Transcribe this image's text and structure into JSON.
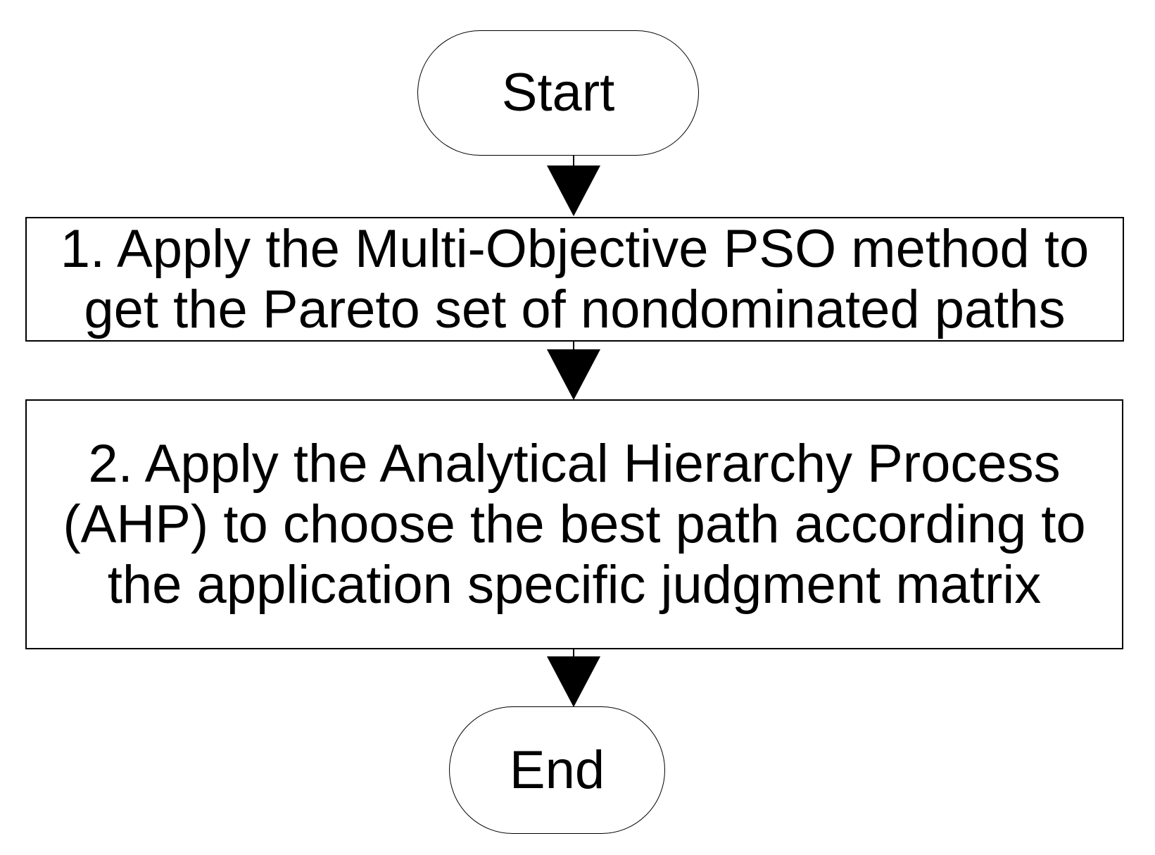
{
  "diagram": {
    "type": "flowchart",
    "orientation": "top-to-bottom",
    "background_color": "#ffffff",
    "stroke_color": "#000000",
    "text_color": "#000000",
    "nodes": [
      {
        "id": "start",
        "shape": "terminator",
        "label": "Start"
      },
      {
        "id": "step1",
        "shape": "process",
        "lines": [
          "1. Apply the Multi-Objective PSO method to",
          "get the Pareto set of nondominated paths"
        ]
      },
      {
        "id": "step2",
        "shape": "process",
        "lines": [
          "2. Apply the Analytical Hierarchy Process",
          "(AHP) to choose the best path according to",
          "the application specific judgment matrix"
        ]
      },
      {
        "id": "end",
        "shape": "terminator",
        "label": "End"
      }
    ],
    "edges": [
      {
        "id": "start-step1",
        "from": "start",
        "to": "step1",
        "arrow": "solid-triangle-down"
      },
      {
        "id": "step1-step2",
        "from": "step1",
        "to": "step2",
        "arrow": "solid-triangle-down"
      },
      {
        "id": "step2-end",
        "from": "step2",
        "to": "end",
        "arrow": "solid-triangle-down"
      }
    ]
  }
}
